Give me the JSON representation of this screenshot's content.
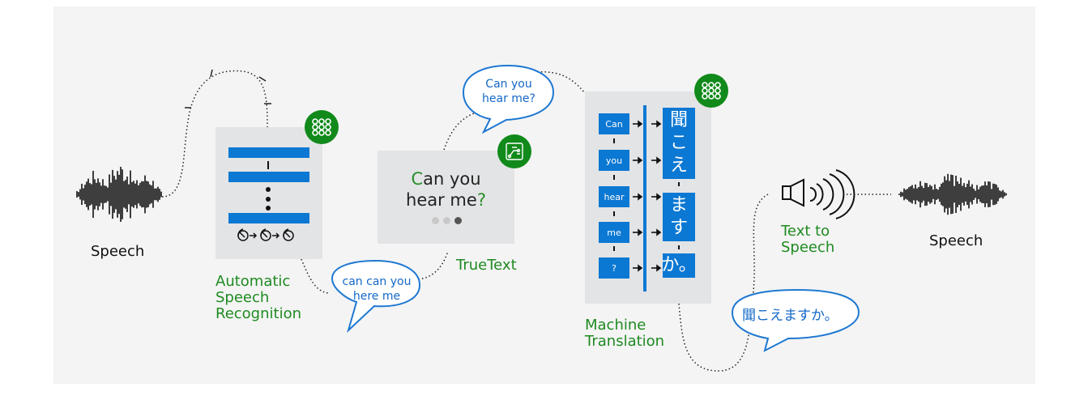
{
  "speech_left": "Speech",
  "speech_right": "Speech",
  "asr_label": [
    "Automatic",
    "Speech",
    "Recognition"
  ],
  "asr_bubble": [
    "can can you",
    "here me"
  ],
  "truetext": {
    "label": "TrueText",
    "line1_first": "C",
    "line1_rest": "an you",
    "line2_main": "hear me",
    "line2_end": "?"
  },
  "truetext_bubble": [
    "Can you",
    "hear me?"
  ],
  "mt": {
    "label": [
      "Machine",
      "Translation"
    ],
    "source_tokens": [
      "Can",
      "you",
      "hear",
      "me",
      "?"
    ],
    "target_groups": [
      [
        "聞",
        "こ",
        "え"
      ],
      [
        "ま",
        "す"
      ],
      [
        "か。"
      ]
    ]
  },
  "mt_bubble": "聞こえますか。",
  "tts_label": [
    "Text to",
    "Speech"
  ],
  "colors": {
    "accent_blue": "#0b78d3",
    "green": "#1f8a21",
    "bubble_text": "#1468c8"
  }
}
